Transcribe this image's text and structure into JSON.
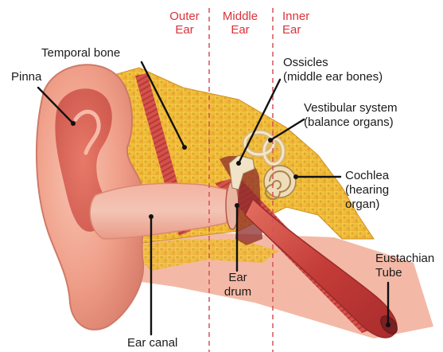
{
  "sections": {
    "outer": [
      "Outer",
      "Ear"
    ],
    "middle": [
      "Middle",
      "Ear"
    ],
    "inner": [
      "Inner",
      "Ear"
    ]
  },
  "labels": {
    "temporal_bone": "Temporal bone",
    "pinna": "Pinna",
    "ossicles": [
      "Ossicles",
      "(middle ear bones)"
    ],
    "vestibular": [
      "Vestibular system",
      "(balance organs)"
    ],
    "cochlea": [
      "Cochlea",
      "(hearing",
      "organ)"
    ],
    "eustachian": [
      "Eustachian",
      "Tube"
    ],
    "ear_drum": [
      "Ear",
      "drum"
    ],
    "ear_canal": "Ear canal"
  },
  "colors": {
    "section_label": "#d8333a",
    "divider": "#d65058",
    "skin": "#f2a894",
    "skin_dark": "#d9776a",
    "bone": "#f3c23a",
    "muscle": "#c9413d",
    "leader": "#111111"
  }
}
